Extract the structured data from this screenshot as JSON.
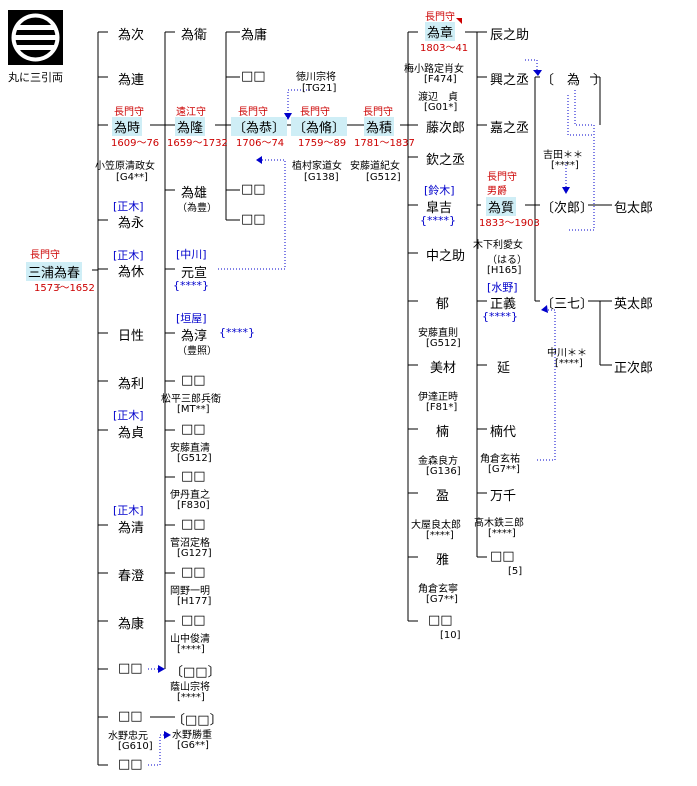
{
  "crest": {
    "caption": "丸に三引両",
    "icon": "maru-ni-mitsuhikiryo-icon"
  },
  "nodes": {
    "root": {
      "title": "長門守",
      "name": "三浦為春",
      "years": "1573～1652"
    },
    "g2": [
      {
        "name": "為次"
      },
      {
        "name": "為連"
      },
      {
        "title": "長門守",
        "name": "為時",
        "years": "1609～76",
        "spouse": "小笠原清政女",
        "code": "[G4**]"
      },
      {
        "tag": "[正木]",
        "name": "為永"
      },
      {
        "tag": "[正木]",
        "name": "為休"
      },
      {
        "name": "日性"
      },
      {
        "name": "為利"
      },
      {
        "tag": "[正木]",
        "name": "為貞"
      },
      {
        "tag": "[正木]",
        "name": "為清"
      },
      {
        "name": "春澄"
      },
      {
        "name": "為康"
      },
      {
        "name": "□□"
      },
      {
        "name": "□□",
        "spouse": "水野忠元",
        "code": "[G610]"
      },
      {
        "name": "□□"
      }
    ],
    "g3": [
      {
        "name": "為衛"
      },
      {
        "title": "遠江守",
        "name": "為隆",
        "years": "1659～1732"
      },
      {
        "name": "為雄",
        "note": "（為豊）"
      },
      {
        "tag": "[中川]",
        "name": "元宣",
        "code": "{****}"
      },
      {
        "tag": "[垣屋]",
        "name": "為淳",
        "note": "（豊照）",
        "code": "{****}"
      },
      {
        "name": "□□",
        "spouse": "松平三郎兵衛",
        "code": "[MT**]"
      },
      {
        "name": "□□",
        "spouse": "安藤直清",
        "code": "[G512]"
      },
      {
        "name": "□□",
        "spouse": "伊丹直之",
        "code": "[F830]"
      },
      {
        "name": "□□",
        "spouse": "菅沼定格",
        "code": "[G127]"
      },
      {
        "name": "□□",
        "spouse": "岡野一明",
        "code": "[H177]"
      },
      {
        "name": "□□",
        "spouse": "山中俊清",
        "code": "[****]"
      },
      {
        "name": "〔□□〕",
        "spouse": "蔭山宗将",
        "code": "[****]"
      },
      {
        "name": "〔□□〕",
        "spouse": "水野勝重",
        "code": "[G6**]"
      }
    ],
    "g4": [
      {
        "name": "為庸"
      },
      {
        "name": "□□"
      },
      {
        "title": "長門守",
        "name": "〔為恭〕",
        "years": "1706～74"
      },
      {
        "name": "□□"
      },
      {
        "name": "□□"
      }
    ],
    "g5": {
      "title": "長門守",
      "name": "〔為脩〕",
      "years": "1759～89",
      "spouse": "植村家道女",
      "code": "[G138]",
      "adopt_from": "徳川宗将",
      "adopt_code": "[TG21]"
    },
    "g6": {
      "title": "長門守",
      "name": "為積",
      "years": "1781～1837",
      "spouse": "安藤道紀女",
      "code": "[G512]"
    },
    "g7": [
      {
        "title": "長門守",
        "name": "為章",
        "years": "1803～41",
        "spouse1": "梅小路定肖女",
        "code1": "[F474]",
        "spouse2": "渡辺　貞",
        "code2": "[G01*]"
      },
      {
        "name": "藤次郎"
      },
      {
        "name": "欽之丞"
      },
      {
        "tag": "[鈴木]",
        "name": "皐吉",
        "code": "{****}"
      },
      {
        "name": "中之助"
      },
      {
        "name": "郁",
        "spouse": "安藤直則",
        "code": "[G512]"
      },
      {
        "name": "美材",
        "spouse": "伊達正時",
        "code": "[F81*]"
      },
      {
        "name": "楠",
        "spouse": "金森良方",
        "code": "[G136]"
      },
      {
        "name": "盈",
        "spouse": "大屋良太郎",
        "code": "[****]"
      },
      {
        "name": "雅",
        "spouse": "角倉玄寧",
        "code": "[G7**]"
      },
      {
        "name": "□□",
        "count": "[10]"
      }
    ],
    "g8": [
      {
        "name": "辰之助"
      },
      {
        "name": "興之丞"
      },
      {
        "name": "嘉之丞"
      },
      {
        "title": "長門守",
        "title2": "男爵",
        "name": "為質",
        "years": "1833～1903",
        "spouse": "木下利愛女",
        "note": "（はる）",
        "code": "[H165]"
      },
      {
        "tag": "[水野]",
        "name": "正義",
        "code": "{****}"
      },
      {
        "name": "延"
      },
      {
        "name": "楠代",
        "spouse": "角倉玄祐",
        "code": "[G7**]"
      },
      {
        "name": "万千",
        "spouse": "高木鉄三郎",
        "code": "[****]"
      },
      {
        "name": "□□",
        "count": "[5]"
      }
    ],
    "g9": [
      {
        "name": "〔　為　〕"
      },
      {
        "name": "〔次郎〕",
        "from": "吉田＊＊",
        "from_code": "[****]"
      },
      {
        "name": "〔三七〕",
        "from": "中川＊＊",
        "from_code": "[****]"
      }
    ],
    "g10": [
      {
        "name": "包太郎"
      },
      {
        "name": "英太郎"
      },
      {
        "name": "正次郎"
      }
    ]
  }
}
